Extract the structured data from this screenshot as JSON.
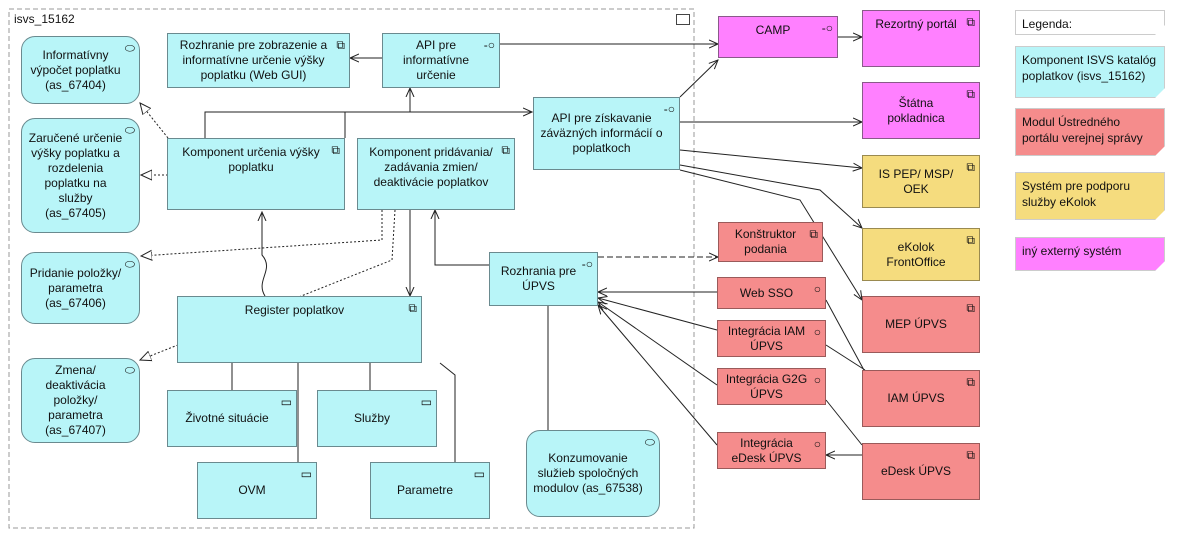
{
  "diagram": {
    "frame_label": "isvs_15162",
    "nodes": {
      "as_67404": "Informatívny výpočet poplatku (as_67404)",
      "as_67405": "Zaručené určenie výšky poplatku a rozdelenia poplatku na služby (as_67405)",
      "as_67406": "Pridanie položky/ parametra (as_67406)",
      "as_67407": "Zmena/ deaktivácia položky/ parametra (as_67407)",
      "web_gui": "Rozhranie pre zobrazenie a informatívne určenie výšky poplatku (Web GUI)",
      "api_info": "API pre informatívne určenie",
      "komp_urcenia": "Komponent určenia výšky poplatku",
      "komp_pridavania": "Komponent pridávania/ zadávania zmien/ deaktivácie poplatkov",
      "api_zavazne": "API pre získavanie záväzných informácií o poplatkoch",
      "rozhrania_upvs": "Rozhrania pre ÚPVS",
      "register": "Register poplatkov",
      "zivotne": "Životné situácie",
      "sluzby": "Služby",
      "ovm": "OVM",
      "parametre": "Parametre",
      "konzumovanie": "Konzumovanie služieb spoločných modulov (as_67538)",
      "camp": "CAMP",
      "rezortny": "Rezortný portál",
      "statna": "Štátna pokladnica",
      "ispep": "IS PEP/ MSP/ OEK",
      "ekolok": "eKolok FrontOffice",
      "mep": "MEP ÚPVS",
      "iam": "IAM ÚPVS",
      "edesk": "eDesk ÚPVS",
      "konstruktor": "Konštruktor podania",
      "websso": "Web SSO",
      "int_iam": "Integrácia IAM ÚPVS",
      "int_g2g": "Integrácia G2G ÚPVS",
      "int_edesk": "Integrácia eDesk ÚPVS"
    },
    "legend": {
      "title": "Legenda:",
      "items": [
        "Komponent ISVS katalóg poplatkov (isvs_15162)",
        "Modul Ústredného portálu verejnej správy",
        "Systém pre podporu služby eKolok",
        "iný externý systém"
      ]
    },
    "colors": {
      "internal": "#b8f5f8",
      "upvs_module": "#f58c8c",
      "ekolok_system": "#f5dc7e",
      "external": "#ff80ff"
    }
  }
}
